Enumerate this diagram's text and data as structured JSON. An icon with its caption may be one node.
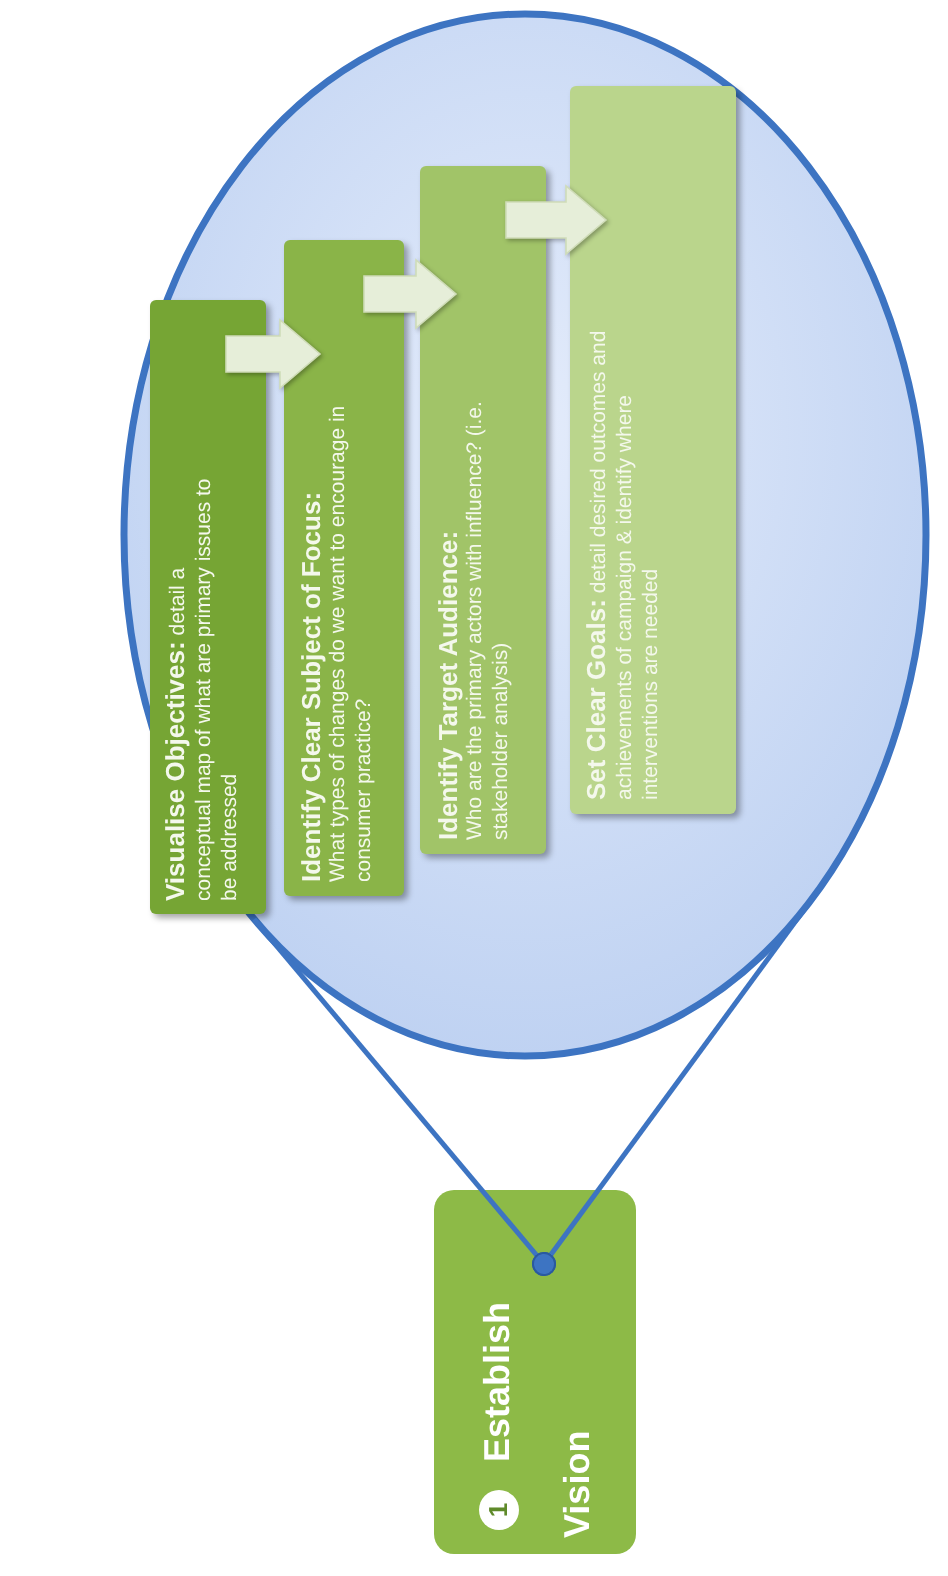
{
  "diagram": {
    "nodes": [
      {
        "text": [],
        "shape": "circle"
      },
      {
        "text": [
          "**Visualise Objectives:** detail a conceptual map of what are primary issues to be addressed"
        ],
        "in": 0
      },
      {
        "text": [
          "Identify Clear Subject of Focus:",
          "What types of changes do we want to encourage in consumer practice?"
        ],
        "in": 0
      },
      {
        "text": [
          "Identify Target Audience:",
          "Who are the primary actors with influence? (i.e. stakeholder analysis)"
        ],
        "in": 0
      },
      {
        "text": [
          "**Set Clear Goals:** detail desired outcomes and achievements of campaign & identify where interventions are needed"
        ],
        "in": 0
      },
      {
        "text": [
          "1",
          "Establish Vision"
        ]
      }
    ],
    "edges": [
      {
        "from": 1,
        "to": 2,
        "arrow": "to"
      },
      {
        "from": 2,
        "to": 3,
        "arrow": "to"
      },
      {
        "from": 3,
        "to": 4,
        "arrow": "to"
      },
      {
        "from": 5,
        "to": 0,
        "arrow": "other"
      },
      {
        "from": 5,
        "to": 0,
        "arrow": "other"
      }
    ]
  }
}
